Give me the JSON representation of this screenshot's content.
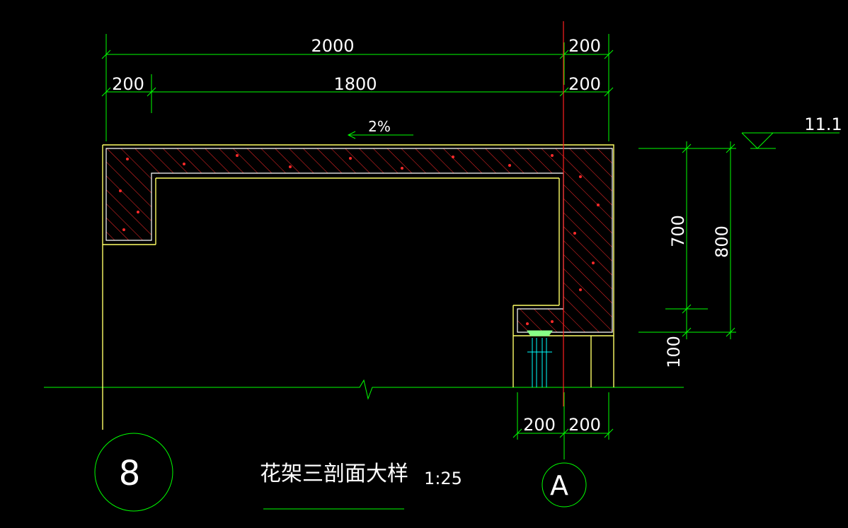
{
  "drawing": {
    "title": "花架三剖面大样",
    "scale": "1:25",
    "detail_number": "8",
    "axis_label": "A",
    "slope": "2%",
    "elevation": "11.1"
  },
  "dimensions": {
    "top_overall": "2000",
    "top_right": "200",
    "second_left": "200",
    "second_middle": "1800",
    "second_right": "200",
    "vertical_700": "700",
    "vertical_800": "800",
    "vertical_100": "100",
    "bottom_left": "200",
    "bottom_right": "200"
  },
  "colors": {
    "background": "#000000",
    "dimension": "#00ff00",
    "dimension_text": "#ffffff",
    "outline": "#ffff66",
    "hatch": "#ff2a2a",
    "axis": "#ff2020",
    "inner_outline": "#ffffff",
    "bolt": "#00ffff"
  }
}
